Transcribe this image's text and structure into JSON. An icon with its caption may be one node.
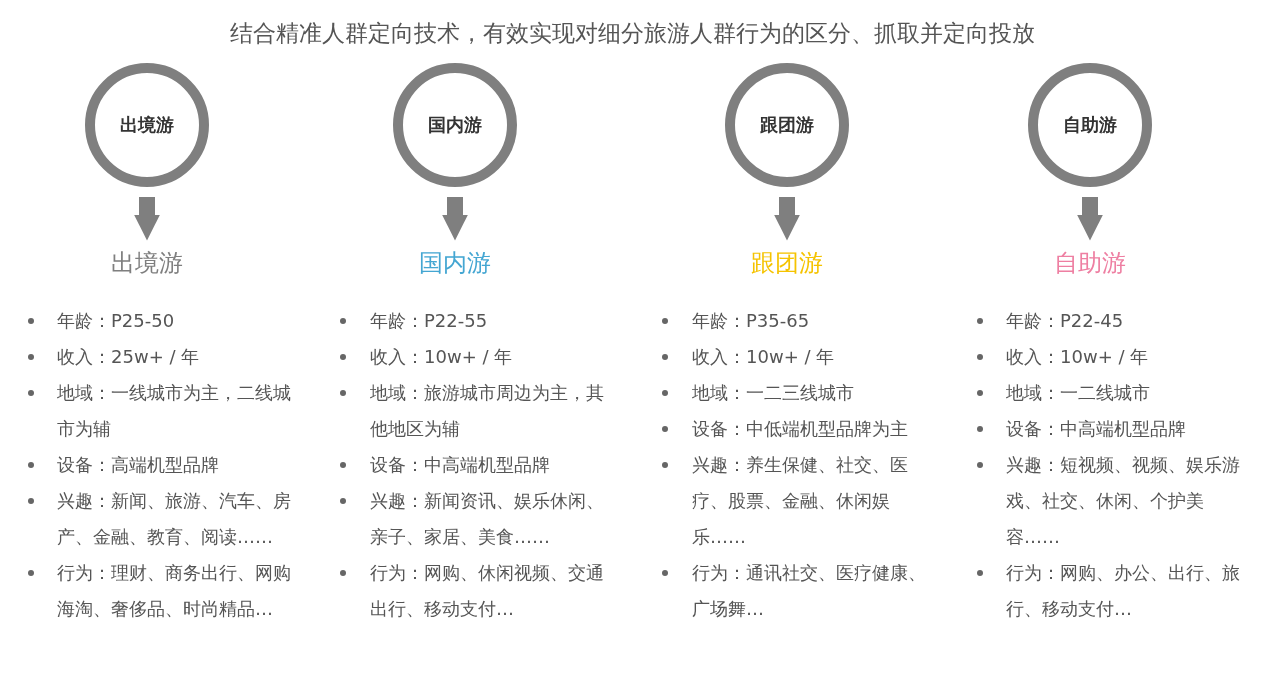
{
  "diagram": {
    "title": "结合精准人群定向技术，有效实现对细分旅游人群行为的区分、抓取并定向投放",
    "nodes": [
      {
        "text": [
          "出境游"
        ]
      },
      {
        "text": [
          "国内游"
        ]
      },
      {
        "text": [
          "跟团游"
        ]
      },
      {
        "text": [
          "自助游"
        ]
      },
      {
        "text": [
          "出境游"
        ]
      },
      {
        "text": [
          "国内游"
        ]
      },
      {
        "text": [
          "跟团游"
        ]
      },
      {
        "text": [
          "自助游"
        ]
      }
    ],
    "edges": [
      {
        "from": 0,
        "to": 4,
        "arrow": "to"
      },
      {
        "from": 1,
        "to": 5,
        "arrow": "to"
      },
      {
        "from": 2,
        "to": 6,
        "arrow": "to"
      },
      {
        "from": 3,
        "to": 7,
        "arrow": "to"
      }
    ],
    "labels": [
      "年龄：P25-50",
      "收入：25w+ / 年",
      "地域：一线城市为主，二线城市为辅",
      "设备：高端机型品牌",
      "兴趣：新闻、旅游、汽车、房产、金融、教育、阅读……",
      "行为：理财、商务出行、网购海淘、奢侈品、时尚精品…",
      "年龄：P22-55",
      "收入：10w+ / 年",
      "地域：旅游城市周边为主，其他地区为辅",
      "设备：中高端机型品牌",
      "兴趣：新闻资讯、娱乐休闲、亲子、家居、美食……",
      "行为：网购、休闲视频、交通出行、移动支付…",
      "年龄：P35-65",
      "收入：10w+ / 年",
      "地域：一二三线城市",
      "设备：中低端机型品牌为主",
      "兴趣：养生保健、社交、医疗、股票、金融、休闲娱乐……",
      "行为：通讯社交、医疗健康、广场舞…",
      "年龄：P22-45",
      "收入：10w+ / 年",
      "地域：一二线城市",
      "设备：中高端机型品牌",
      "兴趣：短视频、视频、娱乐游戏、社交、休闲、个护美容……",
      "行为：网购、办公、出行、旅行、移动支付…"
    ]
  }
}
